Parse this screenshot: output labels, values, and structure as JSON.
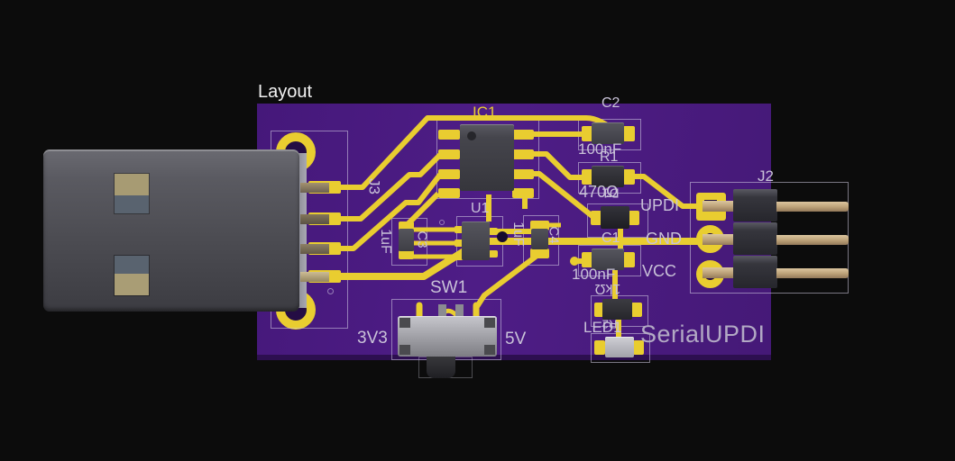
{
  "title": "Layout",
  "board": {
    "product_name": "SerialUPDI",
    "colors": {
      "pcb": "#4a1b82",
      "copper": "#e9cd30",
      "silkscreen": "#c9c2d8",
      "background": "#0c0c0c"
    }
  },
  "refs": {
    "ic1": "IC1",
    "u1": "U1",
    "j2": "J2",
    "j3": "J3",
    "sw1": "SW1",
    "c1": "C1",
    "c2": "C2",
    "c3": "C3",
    "c4": "C4",
    "r1": "R1",
    "r2": "R2",
    "d1": "D1",
    "led1": "LED1"
  },
  "values": {
    "c1": "100nF",
    "c2": "100nF",
    "c3": "1uF",
    "c4": "1uF",
    "r1": "470Ω",
    "r2": "1kΩ"
  },
  "switch_labels": {
    "left": "3V3",
    "right": "5V"
  },
  "j2_pins": [
    "UPDI",
    "GND",
    "VCC"
  ]
}
